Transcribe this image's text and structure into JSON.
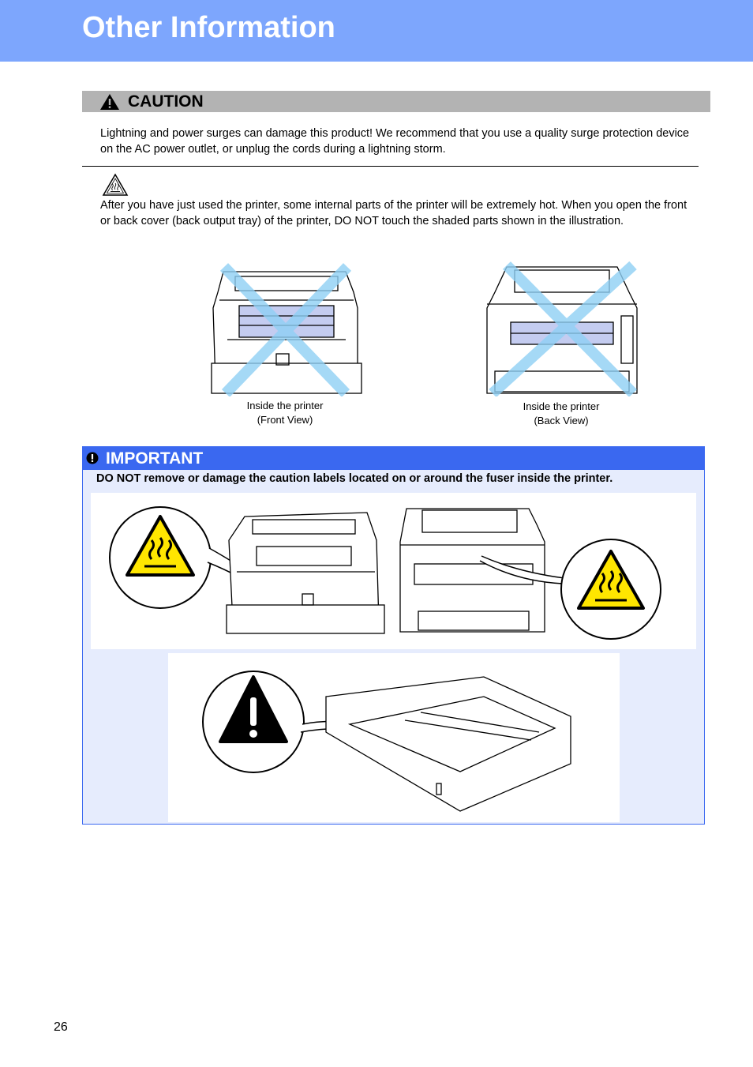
{
  "header": {
    "title": "Other Information"
  },
  "caution": {
    "label": "CAUTION",
    "text": "Lightning and power surges can damage this product! We recommend that you use a quality surge protection device on the AC power outlet, or unplug the cords during a lightning storm."
  },
  "hot_surface": {
    "icon": "hot-surface-icon",
    "text": "After you have just used the printer, some internal parts of the printer will be extremely hot. When you open the front or back cover (back output tray) of the printer, DO NOT touch the shaded parts shown in the illustration."
  },
  "figures": {
    "front": {
      "line1": "Inside the printer",
      "line2": "(Front View)"
    },
    "back": {
      "line1": "Inside the printer",
      "line2": "(Back View)"
    }
  },
  "important": {
    "label": "IMPORTANT",
    "text": "DO NOT remove or damage the caution labels located on or around the fuser inside the printer."
  },
  "page": {
    "number": "26"
  },
  "colors": {
    "header": "#7da6fd",
    "caution_bar": "#b3b3b3",
    "important_bar": "#3a68f0",
    "important_bg": "#e6ecfd",
    "warning_yellow": "#ffe600",
    "cross_blue": "#8fd0f5"
  }
}
